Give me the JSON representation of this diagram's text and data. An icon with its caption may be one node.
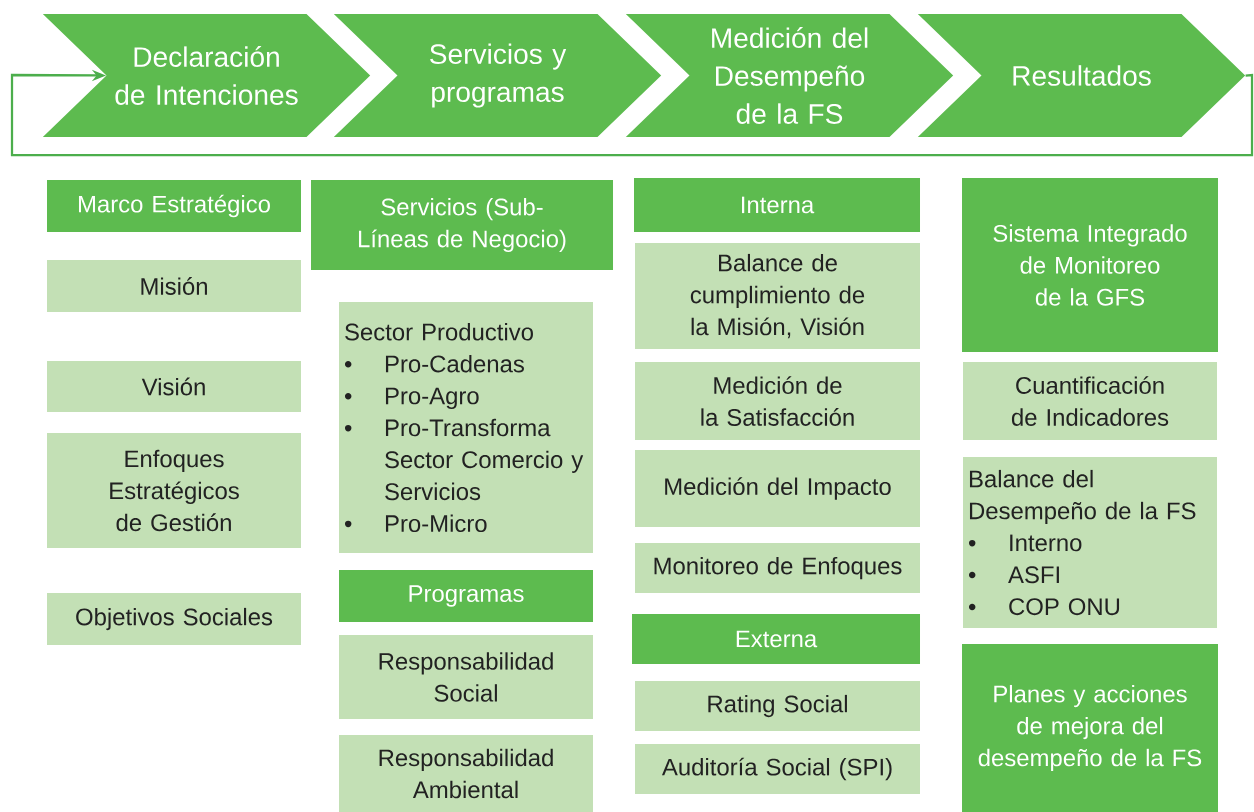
{
  "diagram": {
    "nodes": [
      {
        "text": [
          "Declaración de Intenciones"
        ]
      },
      {
        "text": [
          "Servicios y programas"
        ]
      },
      {
        "text": [
          "Medición del Desempeño de la FS"
        ]
      },
      {
        "text": [
          "Resultados"
        ]
      },
      {
        "text": [
          "Marco Estratégico"
        ]
      },
      {
        "text": [
          "Misión"
        ]
      },
      {
        "text": [
          "Visión"
        ]
      },
      {
        "text": [
          "Enfoques Estratégicos de Gestión"
        ]
      },
      {
        "text": [
          "Objetivos Sociales"
        ]
      },
      {
        "text": [
          "Servicios (Sub-Líneas de Negocio)"
        ]
      },
      {
        "text": [
          "Sector Productivo",
          "Pro-Cadenas",
          "Pro-Agro",
          "Pro-Transforma Sector Comercio y Servicios",
          "Pro-Micro"
        ]
      },
      {
        "text": [
          "Programas"
        ]
      },
      {
        "text": [
          "Responsabilidad Social"
        ]
      },
      {
        "text": [
          "Responsabilidad Ambiental"
        ]
      },
      {
        "text": [
          "Interna"
        ]
      },
      {
        "text": [
          "Balance de cumplimiento de la Misión, Visión"
        ]
      },
      {
        "text": [
          "Medición de la Satisfacción"
        ]
      },
      {
        "text": [
          "Medición del Impacto"
        ]
      },
      {
        "text": [
          "Monitoreo de Enfoques"
        ]
      },
      {
        "text": [
          "Externa"
        ]
      },
      {
        "text": [
          "Rating Social"
        ]
      },
      {
        "text": [
          "Auditoría Social (SPI)"
        ]
      },
      {
        "text": [
          "Sistema Integrado de Monitoreo de la GFS"
        ]
      },
      {
        "text": [
          "Cuantificación de Indicadores"
        ]
      },
      {
        "text": [
          "Balance del Desempeño de la FS",
          "Interno",
          "ASFI",
          "COP ONU"
        ]
      },
      {
        "text": [
          "Planes y acciones de mejora del desempeño de la FS"
        ]
      }
    ],
    "labels": [
      "•",
      "•",
      "•",
      "•",
      "•",
      "•",
      "•"
    ],
    "edges": [
      {
        "from": 3,
        "to": 0,
        "arrow": "to"
      }
    ]
  }
}
